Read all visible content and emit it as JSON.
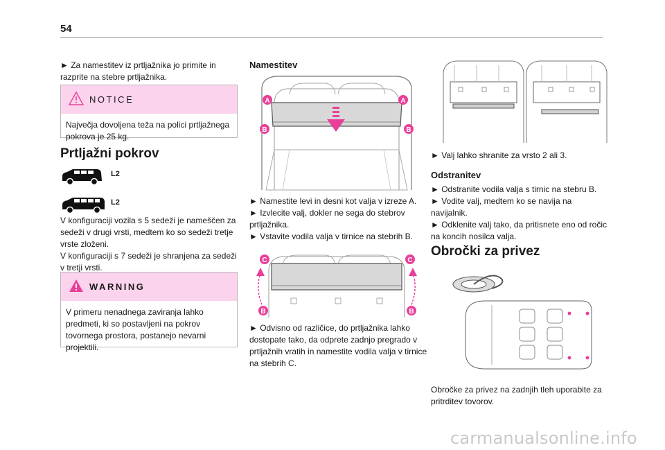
{
  "page": {
    "number": "54"
  },
  "left": {
    "intro": [
      "► Za namestitev iz prtljažnika jo primite in",
      "razprite na stebre prtljažnika."
    ],
    "notice": {
      "label": "NOTICE",
      "lines": [
        "Največja dovoljena teža na polici prtljažnega",
        "pokrova je 25 kg."
      ]
    },
    "heading": "Prtljažni pokrov",
    "variants": [
      {
        "label": "L2",
        "icon": "van-short-icon"
      },
      {
        "label": "L2",
        "icon": "van-long-icon"
      }
    ],
    "config": [
      "V konfiguraciji vozila s 5 sedeži je nameščen za",
      "sedeži v drugi vrsti, medtem ko so sedeži tretje",
      "vrste zloženi.",
      "V konfiguraciji s 7 sedeži je shranjena za sedeži",
      "v tretji vrsti."
    ],
    "warning": {
      "label": "WARNING",
      "lines": [
        "V primeru nenadnega zaviranja lahko",
        "predmeti, ki so postavljeni na pokrov",
        "tovornega prostora, postanejo nevarni",
        "projektili."
      ]
    }
  },
  "middle": {
    "heading": "Namestitev",
    "markers_top": [
      "A",
      "A",
      "B",
      "B"
    ],
    "steps1": [
      "► Namestite levi in desni kot valja v izreze A.",
      "► Izvlecite valj, dokler ne sega do stebrov",
      "prtljažnika.",
      "► Vstavite vodila valja v tirnice na stebrih B."
    ],
    "markers_bottom": [
      "C",
      "C",
      "B",
      "B"
    ],
    "steps2": [
      "► Odvisno od različice, do prtljažnika lahko",
      "dostopate tako, da odprete zadnjo pregrado v",
      "prtljažnih vratih in namestite vodila valja v tirnice",
      "na stebrih C."
    ]
  },
  "right": {
    "store_line": "► Valj lahko shranite za vrsto 2 ali 3.",
    "remove_heading": "Odstranitev",
    "remove_steps": [
      "► Odstranite vodila valja s tirnic na stebru B.",
      "► Vodite valj, medtem ko se navija na",
      "navijalnik.",
      "► Odklenite valj tako, da pritisnete eno od ročic",
      "na koncih nosilca valja."
    ],
    "rings_heading": "Obročki za privez",
    "rings_text": [
      "Obročke za privez na zadnjih tleh uporabite za",
      "pritrditev tovorov."
    ]
  },
  "watermark": "carmanualsonline.info",
  "colors": {
    "accent": "#e8409a",
    "notice_bg": "#fbd3ec",
    "rule": "#9a9a9a"
  }
}
